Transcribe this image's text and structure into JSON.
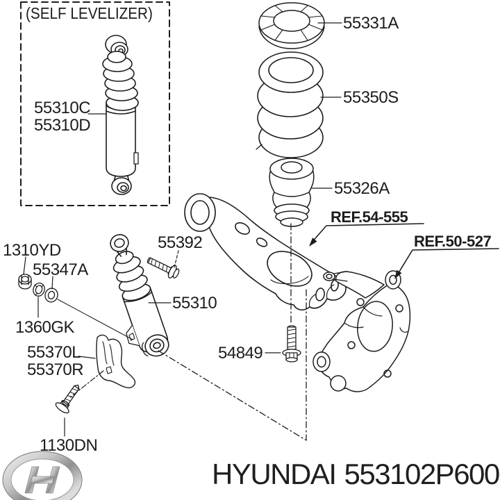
{
  "colors": {
    "background": "#ffffff",
    "ink": "#1c1c1c"
  },
  "inset": {
    "title": "(SELF LEVELIZER)",
    "shock_label_lines": [
      "55310C",
      "55310D"
    ]
  },
  "parts": {
    "spring_pad_label": "55331A",
    "coil_spring_label": "55350S",
    "bump_stopper_label": "55326A",
    "shock_bolt_label": "55392",
    "shock_absorber_label": "55310",
    "arm_ref_label": "REF.54-555",
    "knuckle_ref_label": "REF.50-527",
    "flange_nut_label": "1310YD",
    "plain_washer_label": "55347A",
    "spring_washer_label": "1360GK",
    "shield_label_lines": [
      "55370L",
      "55370R"
    ],
    "arm_bolt_label": "54849",
    "shield_screw_label": "1130DN"
  },
  "footer": {
    "brand": "HYUNDAI",
    "part_number": "553102P600",
    "logo_icon": "hyundai-logo"
  }
}
